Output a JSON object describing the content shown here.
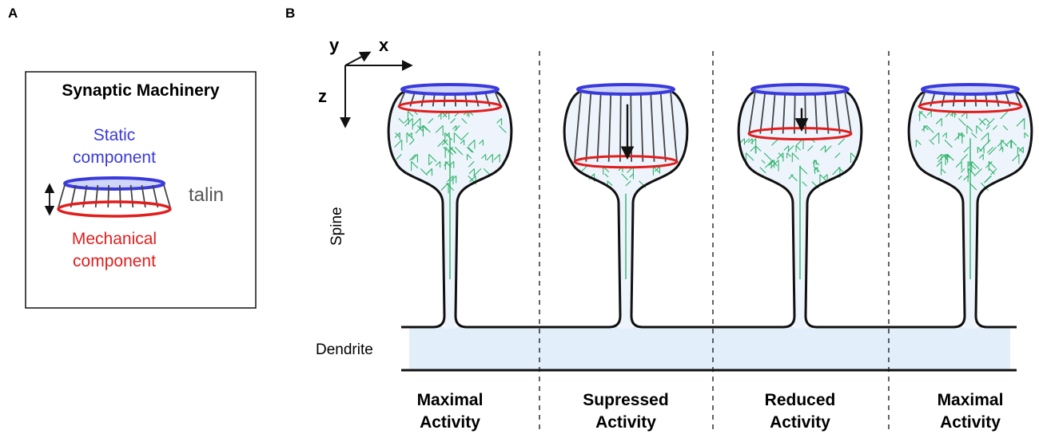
{
  "panels": {
    "a_label": "A",
    "b_label": "B"
  },
  "legend": {
    "title": "Synaptic Machinery",
    "static_line1": "Static",
    "static_line2": "component",
    "talin": "talin",
    "mechanical_line1": "Mechanical",
    "mechanical_line2": "component"
  },
  "axes": {
    "x": "x",
    "y": "y",
    "z": "z"
  },
  "labels": {
    "spine": "Spine",
    "dendrite": "Dendrite"
  },
  "states": [
    {
      "line1": "Maximal",
      "line2": "Activity",
      "ring_depth": 0.12
    },
    {
      "line1": "Supressed",
      "line2": "Activity",
      "ring_depth": 0.85
    },
    {
      "line1": "Reduced",
      "line2": "Activity",
      "ring_depth": 0.48
    },
    {
      "line1": "Maximal",
      "line2": "Activity",
      "ring_depth": 0.12
    }
  ],
  "colors": {
    "static": "#3a3adc",
    "mechanical": "#e01e1e",
    "actin": "#2fb36b",
    "spine_fill": "#eef4fc",
    "dendrite_fill": "#e3eefb",
    "outline": "#111111",
    "talin": "#444444"
  }
}
